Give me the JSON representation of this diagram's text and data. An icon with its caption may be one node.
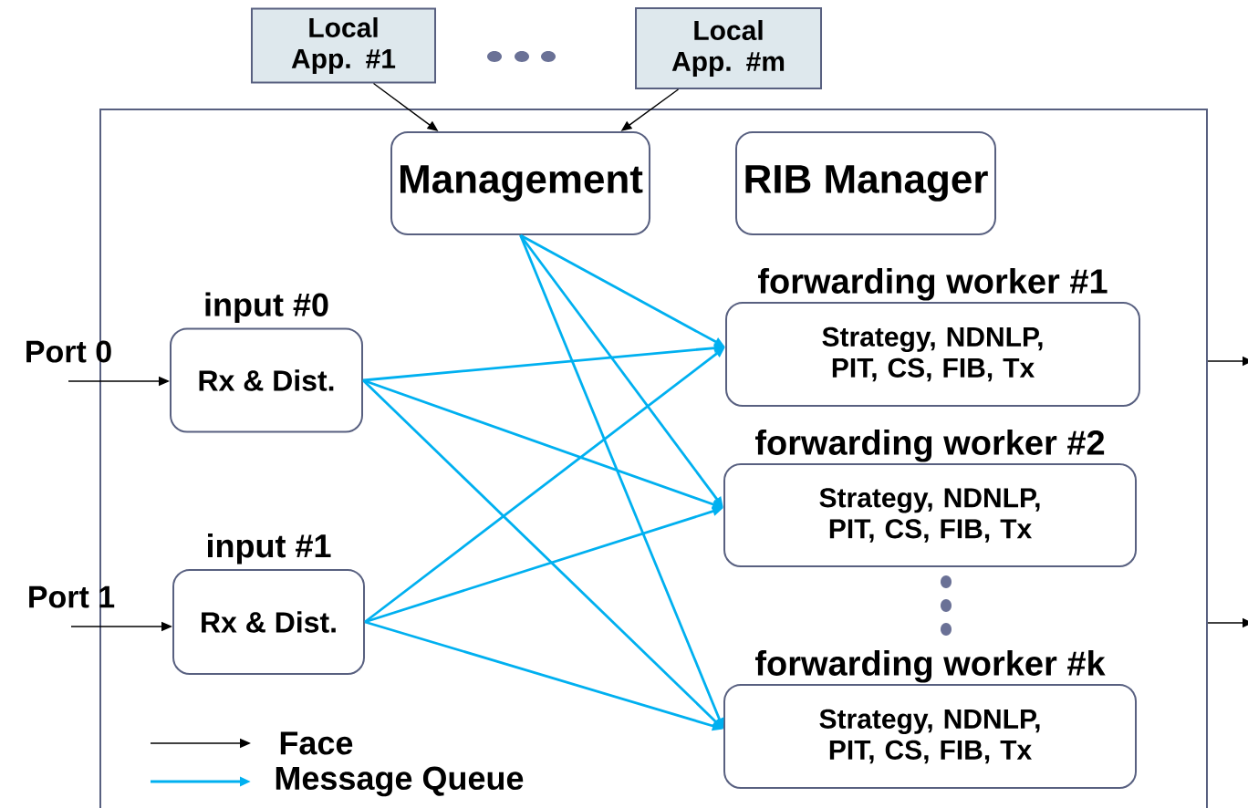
{
  "diagram": {
    "nodes": [
      {
        "text": [],
        "shape": "box"
      },
      {
        "text": [
          "Local App. #1"
        ]
      },
      {
        "text": [
          "Local App. #m"
        ]
      },
      {
        "text": [
          "Management"
        ],
        "in": 0
      },
      {
        "text": [
          "RIB Manager"
        ],
        "in": 0
      },
      {
        "text": [
          "input #0",
          "Rx & Dist."
        ],
        "in": 0
      },
      {
        "text": [
          "input #1",
          "Rx & Dist."
        ],
        "in": 0
      },
      {
        "text": [
          "forwarding worker #1",
          "Strategy, NDNLP, PIT, CS, FIB, Tx"
        ],
        "in": 0
      },
      {
        "text": [
          "forwarding worker #2",
          "Strategy, NDNLP, PIT, CS, FIB, Tx"
        ],
        "in": 0
      },
      {
        "text": [
          "forwarding worker #k",
          "Strategy, NDNLP, PIT, CS, FIB, Tx"
        ],
        "in": 0
      },
      {
        "text": [
          "Port 0"
        ]
      },
      {
        "text": [
          "Port 1"
        ]
      }
    ],
    "edges": [
      {
        "from": 1,
        "to": 3,
        "arrow": "to",
        "color": "#000000"
      },
      {
        "from": 2,
        "to": 3,
        "arrow": "to",
        "color": "#000000"
      },
      {
        "from": 10,
        "to": 5,
        "arrow": "to",
        "color": "#000000"
      },
      {
        "from": 11,
        "to": 6,
        "arrow": "to",
        "color": "#000000"
      },
      {
        "from": 0,
        "to": null,
        "arrow": "to",
        "color": "#000000"
      },
      {
        "from": 0,
        "to": null,
        "arrow": "to",
        "color": "#000000"
      },
      {
        "from": 3,
        "to": 7,
        "arrow": "to"
      },
      {
        "from": 3,
        "to": 8,
        "arrow": "to"
      },
      {
        "from": 3,
        "to": 9,
        "arrow": "to"
      },
      {
        "from": 5,
        "to": 7,
        "arrow": "to"
      },
      {
        "from": 5,
        "to": 8,
        "arrow": "to"
      },
      {
        "from": 5,
        "to": 9,
        "arrow": "to"
      },
      {
        "from": 6,
        "to": 7,
        "arrow": "to"
      },
      {
        "from": 6,
        "to": 8,
        "arrow": "to"
      },
      {
        "from": 6,
        "to": 9,
        "arrow": "to"
      }
    ],
    "legend": [
      {
        "text": "Face"
      },
      {
        "text": "Message Queue"
      }
    ]
  }
}
